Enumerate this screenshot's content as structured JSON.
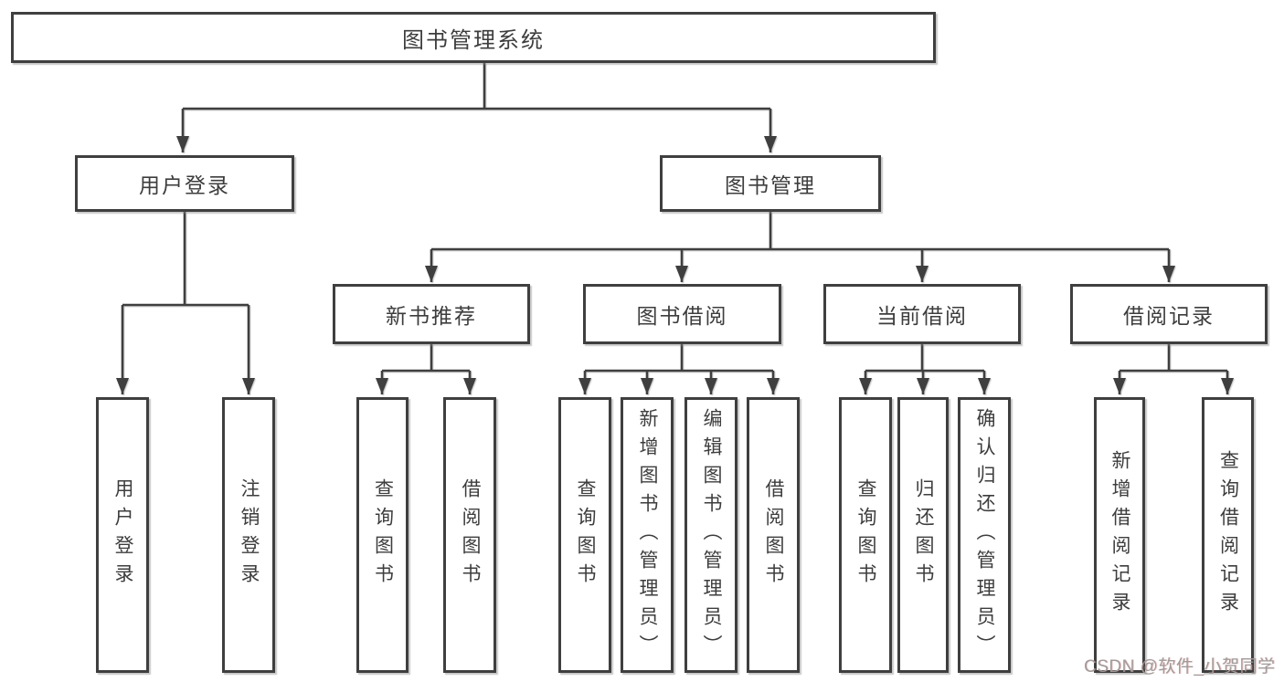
{
  "tree": {
    "root": {
      "label": "图书管理系统",
      "children": [
        {
          "label": "用户登录",
          "children": [
            {
              "label": "用户登录"
            },
            {
              "label": "注销登录"
            }
          ]
        },
        {
          "label": "图书管理",
          "children": [
            {
              "label": "新书推荐",
              "children": [
                {
                  "label": "查询图书"
                },
                {
                  "label": "借阅图书"
                }
              ]
            },
            {
              "label": "图书借阅",
              "children": [
                {
                  "label": "查询图书"
                },
                {
                  "label": "新增图书（管理员）"
                },
                {
                  "label": "编辑图书（管理员）"
                },
                {
                  "label": "借阅图书"
                }
              ]
            },
            {
              "label": "当前借阅",
              "children": [
                {
                  "label": "查询图书"
                },
                {
                  "label": "归还图书"
                },
                {
                  "label": "确认归还（管理员）"
                }
              ]
            },
            {
              "label": "借阅记录",
              "children": [
                {
                  "label": "新增借阅记录"
                },
                {
                  "label": "查询借阅记录"
                }
              ]
            }
          ]
        }
      ]
    }
  },
  "watermark": {
    "text": "CSDN @软件_小贺同学"
  },
  "colors": {
    "line": "#3f3f3f",
    "box_border": "#3f3f3f",
    "text": "#3d3d3d",
    "background": "#ffffff",
    "watermark": "#a29a9a"
  }
}
